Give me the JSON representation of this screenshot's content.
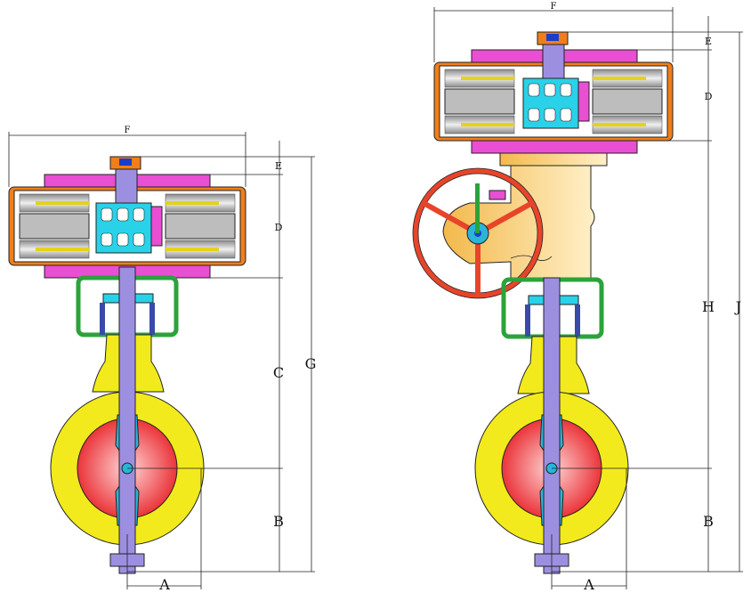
{
  "colors": {
    "body": "#f2ea1c",
    "disc": "#e8242a",
    "stem": "#9d8fe0",
    "hub": "#29b5d8",
    "cylinder": "#f07f1a",
    "endcap": "#e84fd2",
    "spring": "#c9c9c9",
    "yoke": "#2ba33a",
    "gearbox": "#f5c16a",
    "handwheel": "#e8442a"
  },
  "left_drawing": {
    "labels": {
      "a": "A",
      "b": "B",
      "c": "C",
      "d": "D",
      "e": "E",
      "f": "F",
      "g": "G"
    }
  },
  "right_drawing": {
    "labels": {
      "a": "A",
      "b": "B",
      "d": "D",
      "e": "E",
      "f": "F",
      "h": "H",
      "j": "J"
    }
  }
}
